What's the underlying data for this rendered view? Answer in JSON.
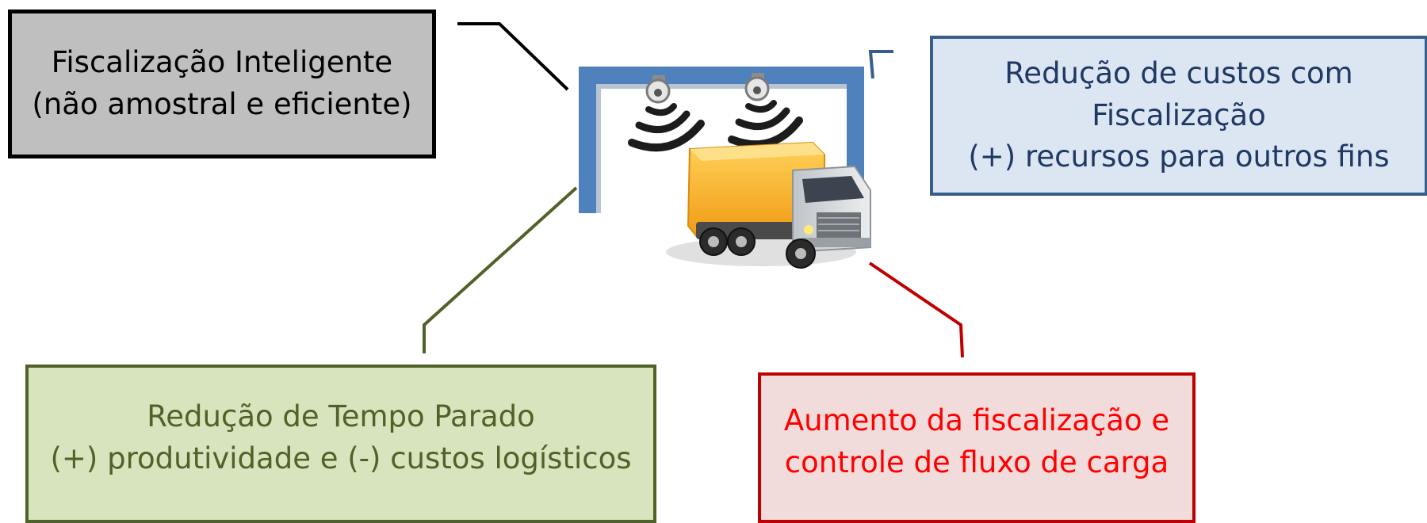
{
  "boxes": {
    "top_left": {
      "lines": [
        "Fiscalização Inteligente",
        "(não amostral e eficiente)"
      ]
    },
    "top_right": {
      "lines": [
        "Redução de custos com",
        "Fiscalização",
        "(+) recursos para outros fins"
      ]
    },
    "bottom_left": {
      "lines": [
        "Redução de Tempo Parado",
        "(+) produtividade e (-) custos logísticos"
      ]
    },
    "bottom_right": {
      "lines": [
        "Aumento da fiscalização e",
        "controle de fluxo de carga"
      ]
    }
  },
  "colors": {
    "top_left_fill": "#bfbfbf",
    "top_left_border": "#000000",
    "top_right_fill": "#dce6f2",
    "top_right_border": "#385d8a",
    "top_right_text": "#1f3864",
    "bottom_left_fill": "#d7e4bd",
    "bottom_left_border": "#4f6228",
    "bottom_right_fill": "#f2dcdb",
    "bottom_right_border": "#c00000",
    "bottom_right_text": "#ff0000",
    "gate": "#4f81bd"
  },
  "icons": [
    "toll-gate-icon",
    "sensor-camera-icon",
    "wireless-signal-icon",
    "truck-icon"
  ]
}
